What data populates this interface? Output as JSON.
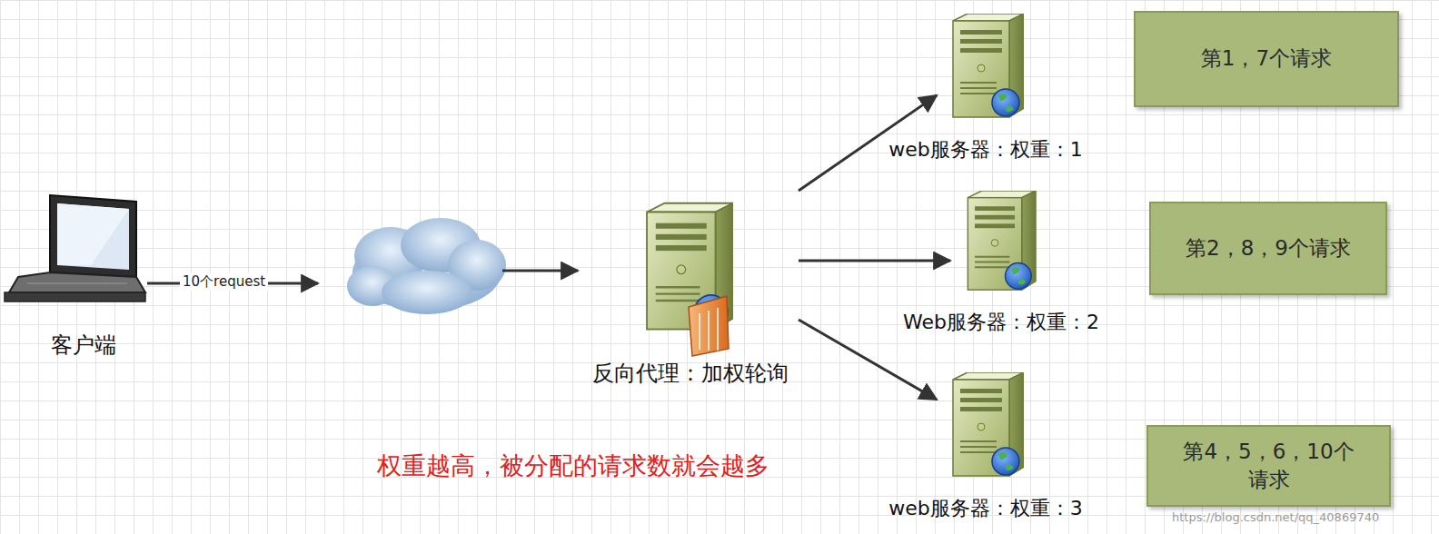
{
  "diagram": {
    "nodes": [
      {
        "text": [
          "客户端"
        ]
      },
      {
        "text": [
          "反向代理：加权轮询"
        ]
      },
      {
        "text": [
          "web服务器：权重：1"
        ]
      },
      {
        "text": [
          "第1，7个请求"
        ]
      },
      {
        "text": [
          "Web服务器：权重：2"
        ]
      },
      {
        "text": [
          "第2，8，9个请求"
        ]
      },
      {
        "text": [
          "web服务器：权重：3"
        ]
      },
      {
        "text": [
          "第4，5，6，10个请求"
        ]
      }
    ],
    "edges": [
      {
        "from": 1,
        "to": 2,
        "arrow": "to"
      },
      {
        "from": 1,
        "to": 4,
        "arrow": "to"
      },
      {
        "from": 1,
        "to": 6,
        "arrow": "to"
      }
    ],
    "labels": [
      "10个request",
      "权重越高，被分配的请求数就会越多",
      "https://blog.csdn.net/qq_40869740"
    ]
  }
}
